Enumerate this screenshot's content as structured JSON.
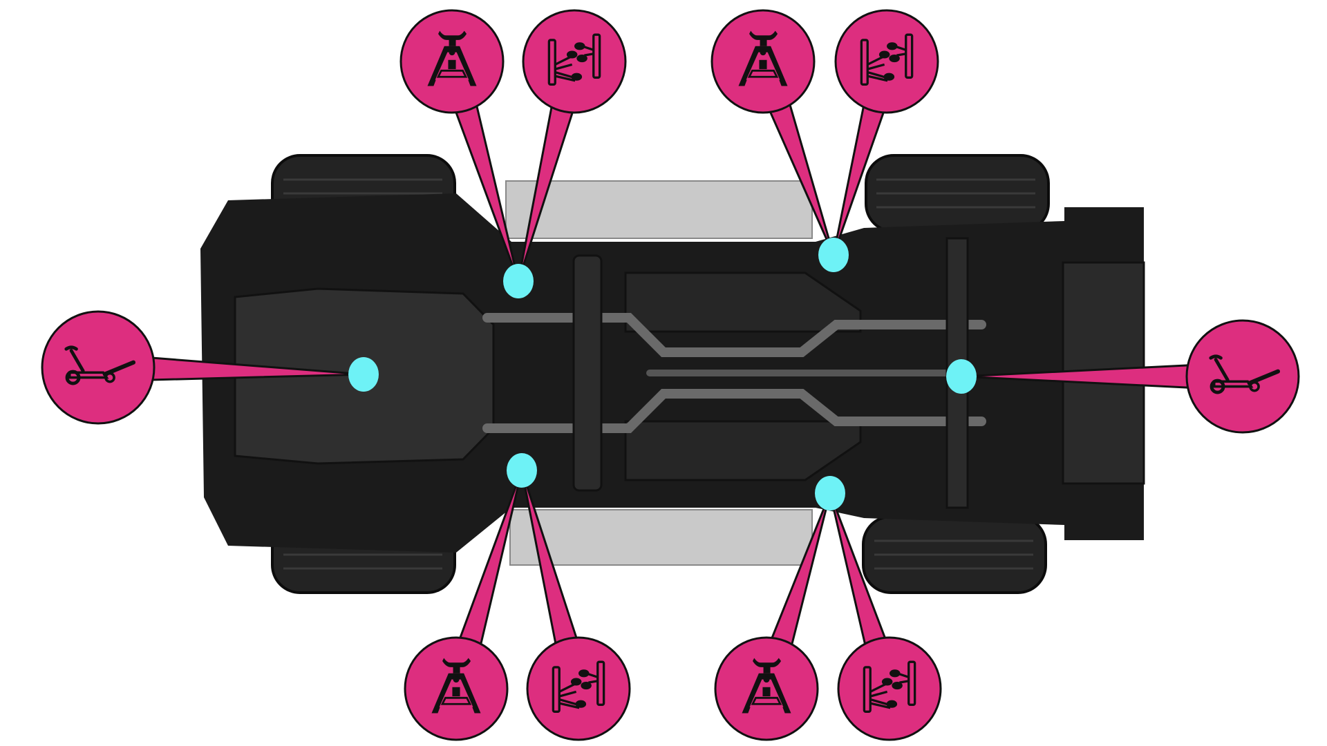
{
  "diagram": {
    "subject": "vehicle-underside-lift-points",
    "colors": {
      "marker_fill": "#dd2e7f",
      "marker_outline": "#111111",
      "lift_point": "#6ef2f6",
      "body": "#1b1b1b",
      "skid_plate": "#2f2f2f",
      "side_step": "#c9c9c9",
      "tire": "#232323",
      "exhaust": "#6a6a6a"
    },
    "markers": [
      {
        "id": "front-left-jack-stand",
        "icon": "jack-stand-icon",
        "point": "front-left-pinch"
      },
      {
        "id": "front-left-lift",
        "icon": "two-post-lift-icon",
        "point": "front-left-pinch"
      },
      {
        "id": "rear-left-jack-stand",
        "icon": "jack-stand-icon",
        "point": "rear-left-pinch"
      },
      {
        "id": "rear-left-lift",
        "icon": "two-post-lift-icon",
        "point": "rear-left-pinch"
      },
      {
        "id": "front-right-jack-stand",
        "icon": "jack-stand-icon",
        "point": "front-right-pinch"
      },
      {
        "id": "front-right-lift",
        "icon": "two-post-lift-icon",
        "point": "front-right-pinch"
      },
      {
        "id": "rear-right-jack-stand",
        "icon": "jack-stand-icon",
        "point": "rear-right-pinch"
      },
      {
        "id": "rear-right-lift",
        "icon": "two-post-lift-icon",
        "point": "rear-right-pinch"
      },
      {
        "id": "front-floor-jack",
        "icon": "floor-jack-icon",
        "point": "front-crossmember"
      },
      {
        "id": "rear-floor-jack",
        "icon": "floor-jack-icon",
        "point": "rear-differential"
      }
    ]
  }
}
